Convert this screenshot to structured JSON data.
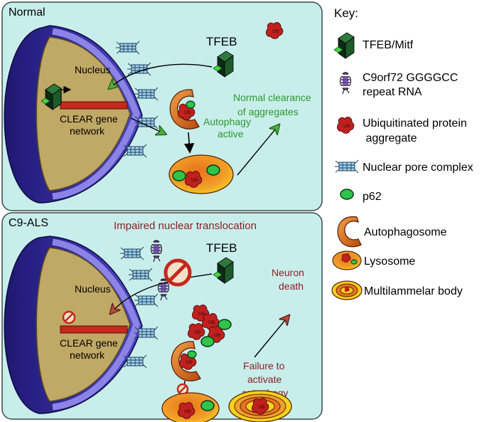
{
  "panels": {
    "normal": {
      "title": "Normal",
      "tfeb": "TFEB",
      "nucleus": "Nucleus",
      "clear_line1": "CLEAR gene",
      "clear_line2": "network",
      "autophagy_line1": "Autophagy",
      "autophagy_line2": "active",
      "clearance_line1": "Normal clearance",
      "clearance_line2": "of aggregates"
    },
    "als": {
      "title": "C9-ALS",
      "impaired": "Impaired nuclear translocation",
      "tfeb": "TFEB",
      "nucleus": "Nucleus",
      "clear_line1": "CLEAR gene",
      "clear_line2": "network",
      "neuron_line1": "Neuron",
      "neuron_line2": "death",
      "failure_line1": "Failure to",
      "failure_line2": "activate",
      "failure_line3": "autophagy"
    }
  },
  "key": {
    "title": "Key:",
    "items": [
      {
        "icon": "tfeb-icon",
        "lines": [
          "TFEB/Mitf"
        ]
      },
      {
        "icon": "rna-icon",
        "lines": [
          "C9orf72 GGGGCC",
          "repeat RNA"
        ]
      },
      {
        "icon": "aggregate-icon",
        "lines": [
          "Ubiquitinated protein",
          " aggregate"
        ]
      },
      {
        "icon": "pore-icon",
        "lines": [
          "Nuclear pore complex"
        ]
      },
      {
        "icon": "p62-icon",
        "lines": [
          "p62"
        ]
      },
      {
        "icon": "autophagosome-icon",
        "lines": [
          "Autophagosome"
        ]
      },
      {
        "icon": "lysosome-icon",
        "lines": [
          "Lysosome"
        ]
      },
      {
        "icon": "multilammelar-icon",
        "lines": [
          "Multilammelar body"
        ]
      }
    ]
  },
  "colors": {
    "panel_bg": "#c8eeec",
    "nucleus_fill": "#c0a865",
    "envelope": "#3a2fa0",
    "green_text": "#2a9a2a",
    "red_text": "#8a1f1f",
    "aggregate": "#c0211e",
    "p62": "#2fc44a"
  }
}
